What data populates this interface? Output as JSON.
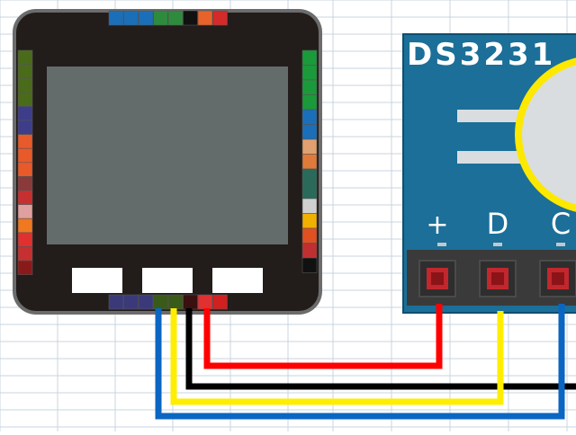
{
  "module": {
    "name": "DS3231",
    "pin_labels": [
      "+",
      "D",
      "C"
    ]
  },
  "colors": {
    "grid_line": "#c9d4df",
    "device_body": "#221c1a",
    "device_frame": "#6c6c6c",
    "screen": "#646b6b",
    "board": "#1b6f98",
    "battery": "#fde800",
    "header": "#3a3a3a",
    "pin": "#c1272d",
    "wire_power": "#ff0000",
    "wire_data": "#ffee00",
    "wire_ground": "#000000",
    "wire_clock": "#0a66c2"
  },
  "wires": [
    {
      "name": "power",
      "from": "device-pin-red",
      "to": "module-pin-plus",
      "color": "#ff0000"
    },
    {
      "name": "data",
      "from": "device-pin-yellow",
      "to": "module-pin-d",
      "color": "#ffee00"
    },
    {
      "name": "ground",
      "from": "device-pin-black",
      "to": "offscreen-right",
      "color": "#000000"
    },
    {
      "name": "clock",
      "from": "device-pin-blue",
      "to": "module-pin-c",
      "color": "#0a66c2"
    }
  ],
  "device": {
    "top_pins": [
      "#1a6fb8",
      "#1a6fb8",
      "#1a6fb8",
      "#2e8b3e",
      "#2e8b3e",
      "#111111",
      "#e8632a",
      "#d42a2a"
    ],
    "left_pins": [
      "#4a6b1a",
      "#4a6b1a",
      "#4a6b1a",
      "#4a6b1a",
      "#3d3d8a",
      "#3d3d8a",
      "#e85a2a",
      "#e85a2a",
      "#e85a2a",
      "#8a3a3a",
      "#c73030",
      "#e0a0a0",
      "#f07820",
      "#e03030",
      "#c73030",
      "#8a1a1a"
    ],
    "right_pins": [
      "#1a9a3a",
      "#1a9a3a",
      "#1a9a3a",
      "#1a9a3a",
      "#1a6fb8",
      "#1a6fb8",
      "#e0a070",
      "#e07a3a",
      "#2a6a5a",
      "#2a6a5a",
      "#d0d0d0",
      "#f0b000",
      "#e05020",
      "#c03030",
      "#111111"
    ],
    "bottom_pins": [
      "#3a3a7a",
      "#3a3a7a",
      "#3a3a7a",
      "#3a5a1a",
      "#3a5a1a",
      "#3a1010",
      "#e03030",
      "#d02020"
    ]
  }
}
